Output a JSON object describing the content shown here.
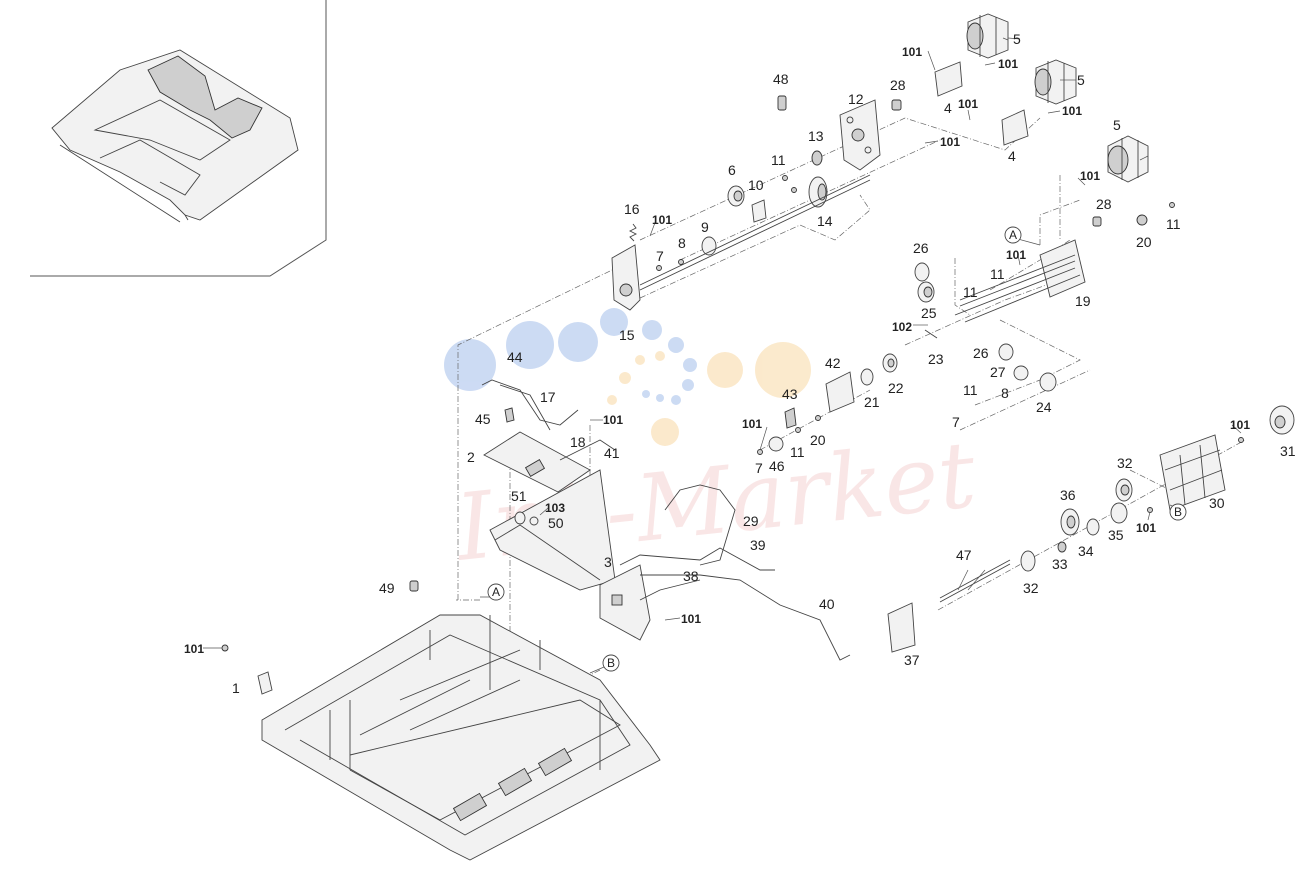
{
  "watermark": {
    "text": "Ink-Market"
  },
  "callouts": [
    "A",
    "B"
  ],
  "part_numbers": [
    "1",
    "2",
    "3",
    "4",
    "5",
    "6",
    "7",
    "8",
    "9",
    "10",
    "11",
    "12",
    "13",
    "14",
    "15",
    "16",
    "17",
    "18",
    "19",
    "20",
    "21",
    "22",
    "23",
    "24",
    "25",
    "26",
    "27",
    "28",
    "29",
    "30",
    "31",
    "32",
    "33",
    "34",
    "35",
    "36",
    "37",
    "38",
    "39",
    "40",
    "41",
    "42",
    "43",
    "44",
    "45",
    "46",
    "47",
    "48",
    "49",
    "50",
    "51",
    "101",
    "102",
    "103"
  ],
  "colors": {
    "line": "#444444",
    "watermark": "#d24a4a",
    "dots": "#4a7fd6",
    "dots_warm": "#f2b24a"
  }
}
